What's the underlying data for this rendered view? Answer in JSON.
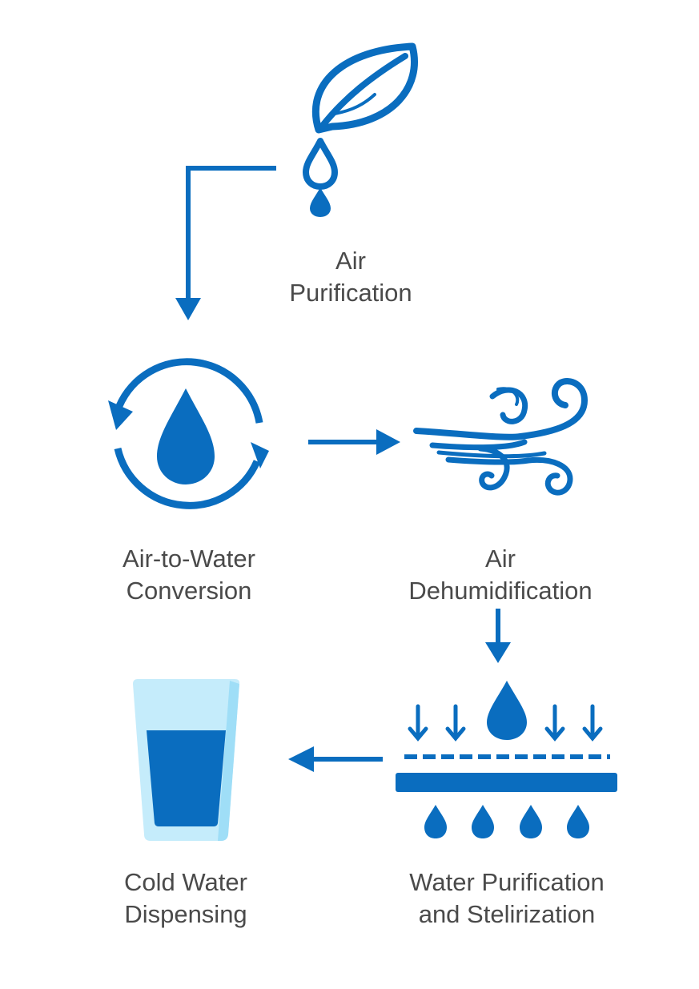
{
  "colors": {
    "primary": "#0a6dbf",
    "glass_outer": "#c5ecfb",
    "glass_edge": "#9fdef7",
    "label_text": "#4a4a4a"
  },
  "steps": {
    "air_purification": {
      "icon": "leaf-water-drop-icon",
      "line1": "Air",
      "line2": "Purification"
    },
    "air_to_water": {
      "icon": "water-cycle-icon",
      "line1": "Air-to-Water",
      "line2": "Conversion"
    },
    "dehumidification": {
      "icon": "wind-icon",
      "line1": "Air",
      "line2": "Dehumidification"
    },
    "water_purification": {
      "icon": "water-filter-icon",
      "line1": "Water Purification",
      "line2": "and Stelirization"
    },
    "cold_water": {
      "icon": "water-glass-icon",
      "line1": "Cold Water",
      "line2": "Dispensing"
    }
  },
  "flow": [
    {
      "from": "air_purification",
      "to": "air_to_water"
    },
    {
      "from": "air_to_water",
      "to": "dehumidification"
    },
    {
      "from": "dehumidification",
      "to": "water_purification"
    },
    {
      "from": "water_purification",
      "to": "cold_water"
    }
  ]
}
